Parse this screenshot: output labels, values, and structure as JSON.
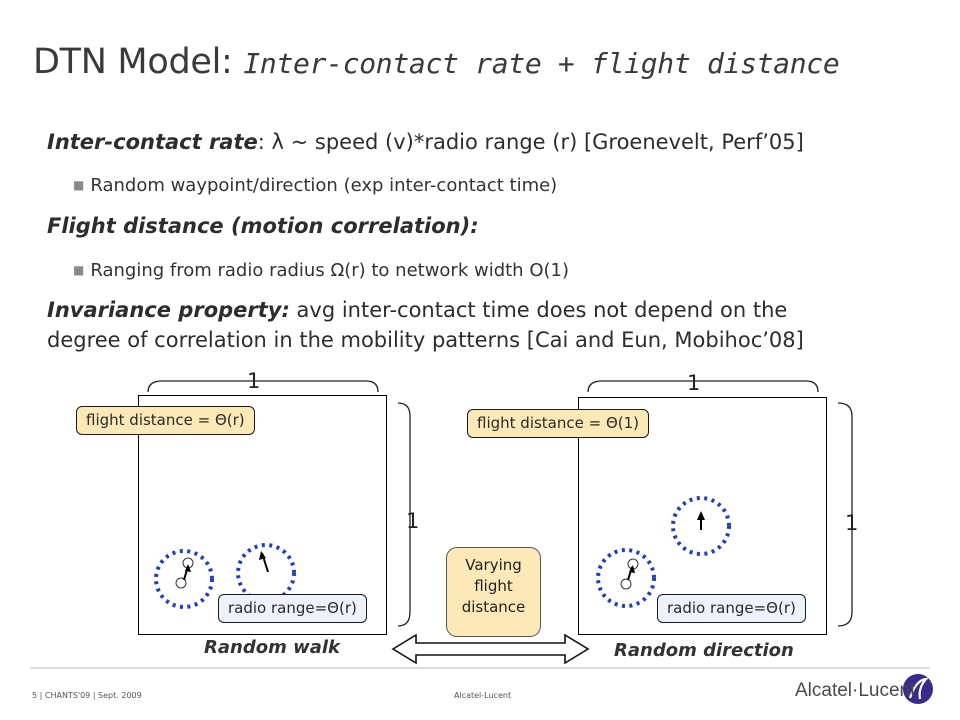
{
  "slide": {
    "title_main": "DTN Model: ",
    "title_italic": "Inter-contact rate + flight distance"
  },
  "bullets": {
    "b1_lead": "Inter-contact rate",
    "b1_rest": ": λ ~ speed (v)*radio range (r) [Groenevelt, Perf’05]",
    "b1_sub": "Random waypoint/direction (exp inter-contact time)",
    "b2_lead": "Flight distance (motion correlation):",
    "b2_sub": "Ranging from radio radius Ω(r) to network width O(1)",
    "b3_lead": "Invariance property:",
    "b3_rest": " avg inter-contact time does not depend on the",
    "b3_line2": "degree of correlation in the mobility patterns  [Cai and Eun, Mobihoc’08]"
  },
  "left_panel": {
    "top_dim": "1",
    "side_dim": "1",
    "flight_label": "flight distance = Θ(r)",
    "radio_label": "radio range=Θ(r)",
    "caption": "Random walk"
  },
  "right_panel": {
    "top_dim": "1",
    "side_dim": "1",
    "flight_label": "flight distance = Θ(1)",
    "radio_label": "radio range=Θ(r)",
    "caption": "Random direction"
  },
  "middle": {
    "varying_line1": "Varying",
    "varying_line2": "flight",
    "varying_line3": "distance"
  },
  "footer": {
    "left": "5 | CHANTS'09  | Sept. 2009",
    "center": "Alcatel-Lucent",
    "logo_text": "Alcatel·Lucent"
  },
  "colors": {
    "circle": "#1f3fbf",
    "tan": "#fde9b7",
    "logo": "#3b2a8a"
  },
  "icons": {
    "bullet": "square-bullet-icon",
    "logo": "alcatel-lucent-logo-icon"
  }
}
